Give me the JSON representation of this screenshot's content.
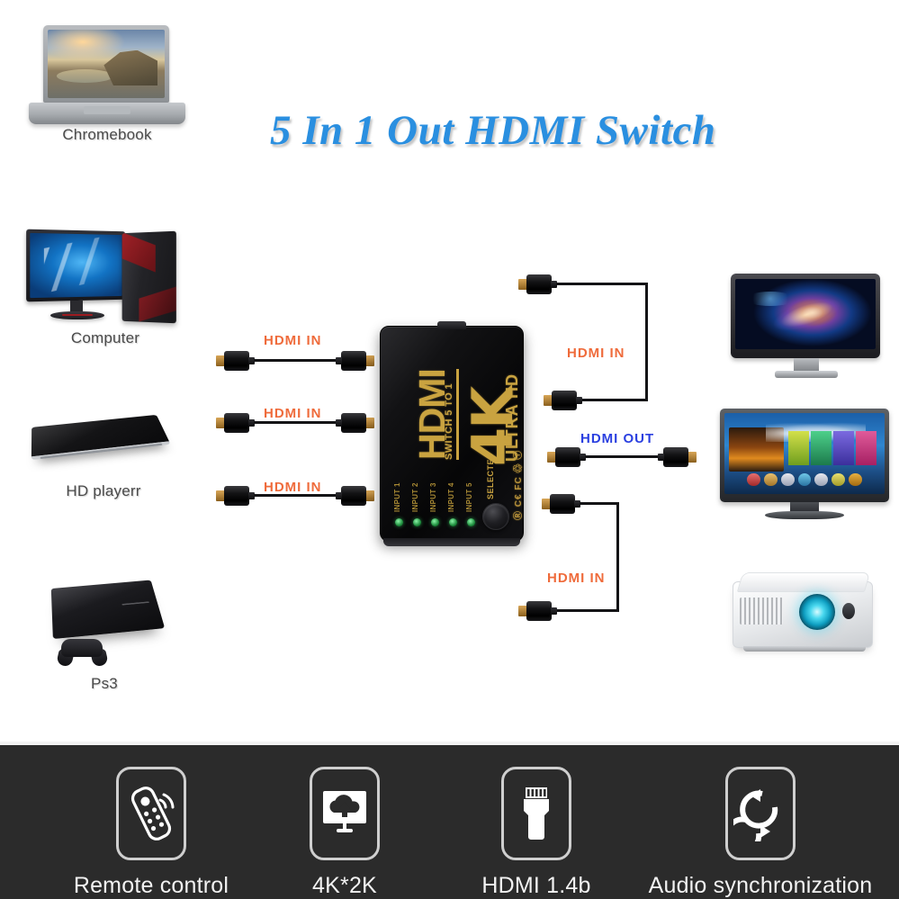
{
  "title": "5 In 1 Out HDMI Switch",
  "colors": {
    "title_blue": "#2a8fe0",
    "hdmi_in_orange": "#ef6b3b",
    "hdmi_out_blue": "#2a3fe0",
    "device_gold": "#c9a340",
    "led_green": "#3ce66e",
    "feature_bar_bg": "#2b2b2b"
  },
  "source_devices": [
    {
      "label": "Chromebook",
      "icon": "laptop-icon"
    },
    {
      "label": "Computer",
      "icon": "desktop-computer-icon"
    },
    {
      "label": "HD playerr",
      "icon": "hd-player-icon"
    },
    {
      "label": "Ps3",
      "icon": "game-console-icon"
    }
  ],
  "display_devices": [
    {
      "label": "",
      "icon": "monitor-icon"
    },
    {
      "label": "",
      "icon": "television-icon"
    },
    {
      "label": "",
      "icon": "projector-icon"
    }
  ],
  "device": {
    "brand": "HDMI",
    "model_line": "SWITCH 5 TO 1",
    "resolution": "4K",
    "quality": "ULTRA HD",
    "certifications": "Ⓡ C€ FC ♲ ⓘ",
    "selected_label": "SELECTED",
    "inputs": [
      {
        "label": "INPUT 1"
      },
      {
        "label": "INPUT 2"
      },
      {
        "label": "INPUT 3"
      },
      {
        "label": "INPUT 4"
      },
      {
        "label": "INPUT 5"
      }
    ]
  },
  "cables": {
    "left": [
      {
        "label": "HDMI  IN",
        "type": "in"
      },
      {
        "label": "HDMI  IN",
        "type": "in"
      },
      {
        "label": "HDMI  IN",
        "type": "in"
      }
    ],
    "right": [
      {
        "label": "HDMI  IN",
        "type": "in"
      },
      {
        "label": "HDMI OUT",
        "type": "out"
      },
      {
        "label": "HDMI  IN",
        "type": "in"
      }
    ]
  },
  "features": [
    {
      "label": "Remote control",
      "icon": "remote-control-icon"
    },
    {
      "label": "4K*2K",
      "icon": "monitor-upload-icon"
    },
    {
      "label": "HDMI 1.4b",
      "icon": "hdmi-plug-icon"
    },
    {
      "label": "Audio synchronization",
      "icon": "sync-refresh-icon"
    }
  ]
}
